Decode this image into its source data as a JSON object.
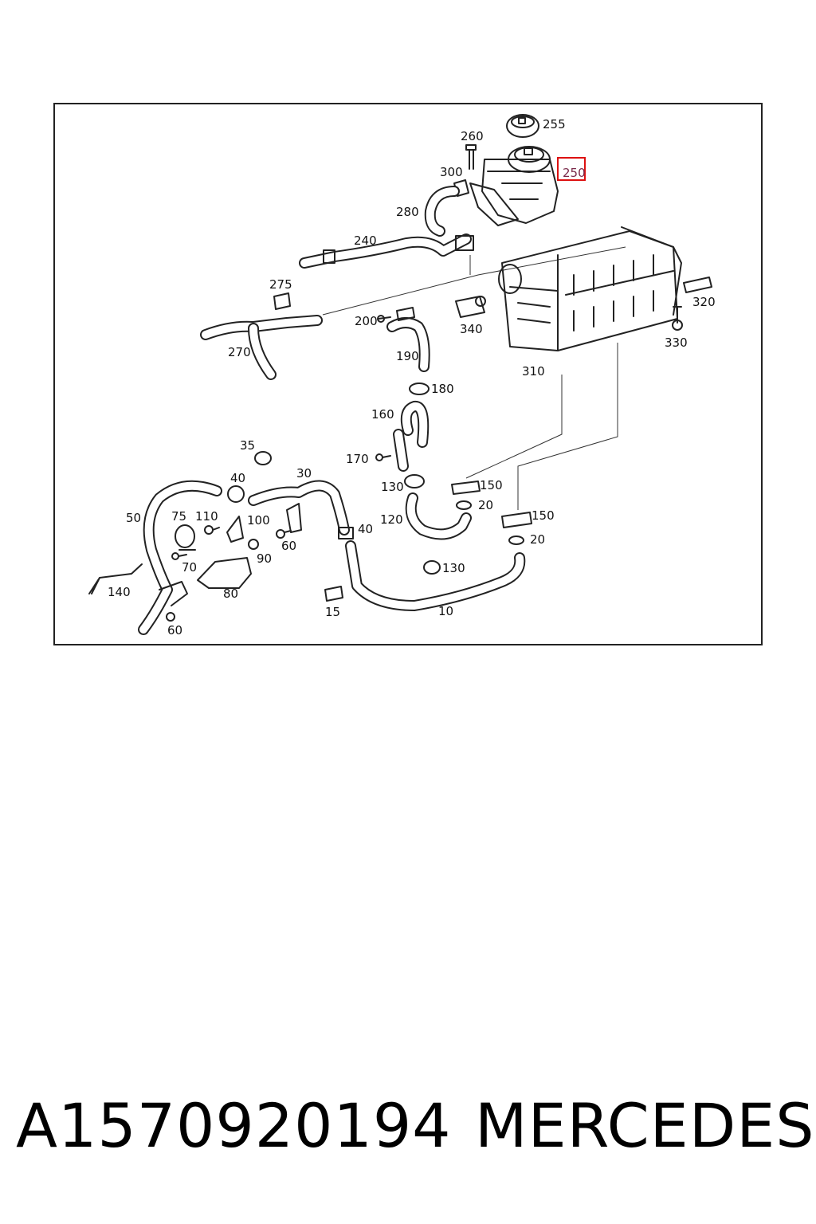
{
  "diagram": {
    "callouts": {
      "c255": "255",
      "c260": "260",
      "c300": "300",
      "c250": "250",
      "c280": "280",
      "c240": "240",
      "c275": "275",
      "c200": "200",
      "c340": "340",
      "c320": "320",
      "c330": "330",
      "c310": "310",
      "c270": "270",
      "c190": "190",
      "c180": "180",
      "c160": "160",
      "c170": "170",
      "c35": "35",
      "c30": "30",
      "c40a": "40",
      "c130a": "130",
      "c150a": "150",
      "c20a": "20",
      "c50": "50",
      "c75": "75",
      "c110": "110",
      "c100": "100",
      "c40b": "40",
      "c120": "120",
      "c150b": "150",
      "c60a": "60",
      "c90": "90",
      "c20b": "20",
      "c70": "70",
      "c130b": "130",
      "c140": "140",
      "c80": "80",
      "c15": "15",
      "c10": "10",
      "c60b": "60"
    },
    "highlighted_callout": "250",
    "highlight_color": "#dd1111"
  },
  "footer": {
    "part_number": "A1570920194",
    "brand": "MERCEDES"
  }
}
